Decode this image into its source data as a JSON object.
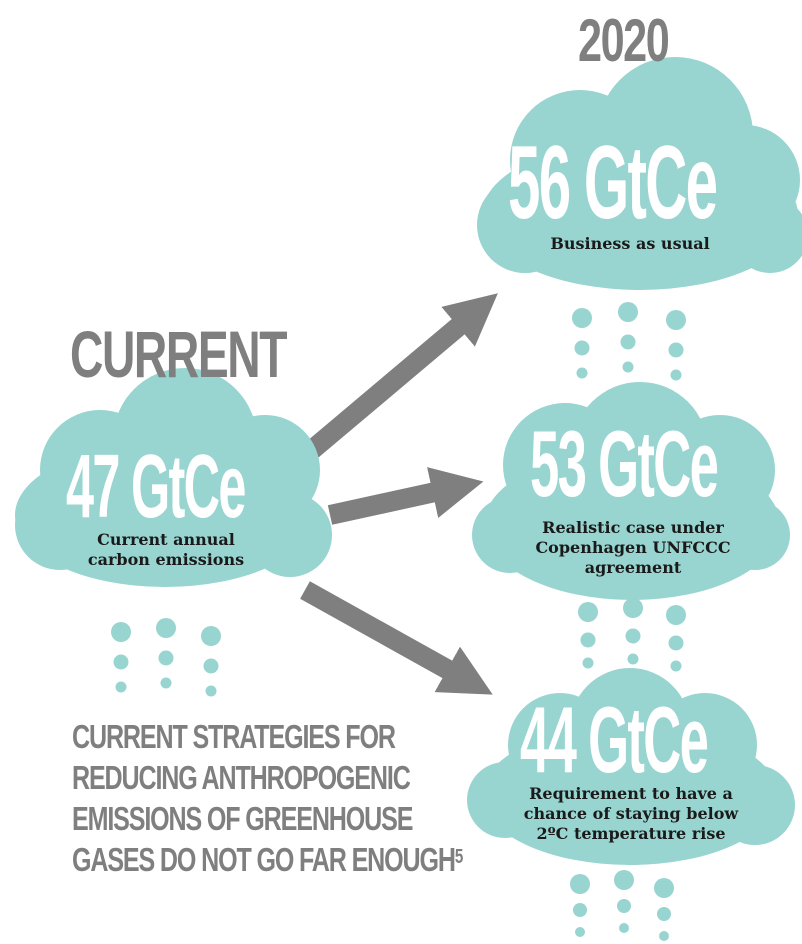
{
  "headings": {
    "current": "CURRENT",
    "future": "2020"
  },
  "clouds": {
    "current": {
      "value": "47 GtCe",
      "caption": [
        "Current annual",
        "carbon emissions"
      ]
    },
    "business_as_usual": {
      "value": "56 GtCe",
      "caption": [
        "Business as usual"
      ]
    },
    "copenhagen": {
      "value": "53 GtCe",
      "caption": [
        "Realistic case under",
        "Copenhagen UNFCCC",
        "agreement"
      ]
    },
    "two_degree": {
      "value": "44 GtCe",
      "caption": [
        "Requirement to have a",
        "chance of staying below",
        "2ºC temperature rise"
      ]
    }
  },
  "statement": {
    "lines": [
      "CURRENT STRATEGIES FOR",
      "REDUCING ANTHROPOGENIC",
      "EMISSIONS OF GREENHOUSE",
      "GASES DO NOT GO FAR ENOUGH"
    ],
    "footnote": "5"
  },
  "colors": {
    "cloud": "#98d4d0",
    "arrow": "#7f7f80",
    "heading": "#7f7f80",
    "caption": "#1a1a1a",
    "value_text": "#ffffff"
  }
}
